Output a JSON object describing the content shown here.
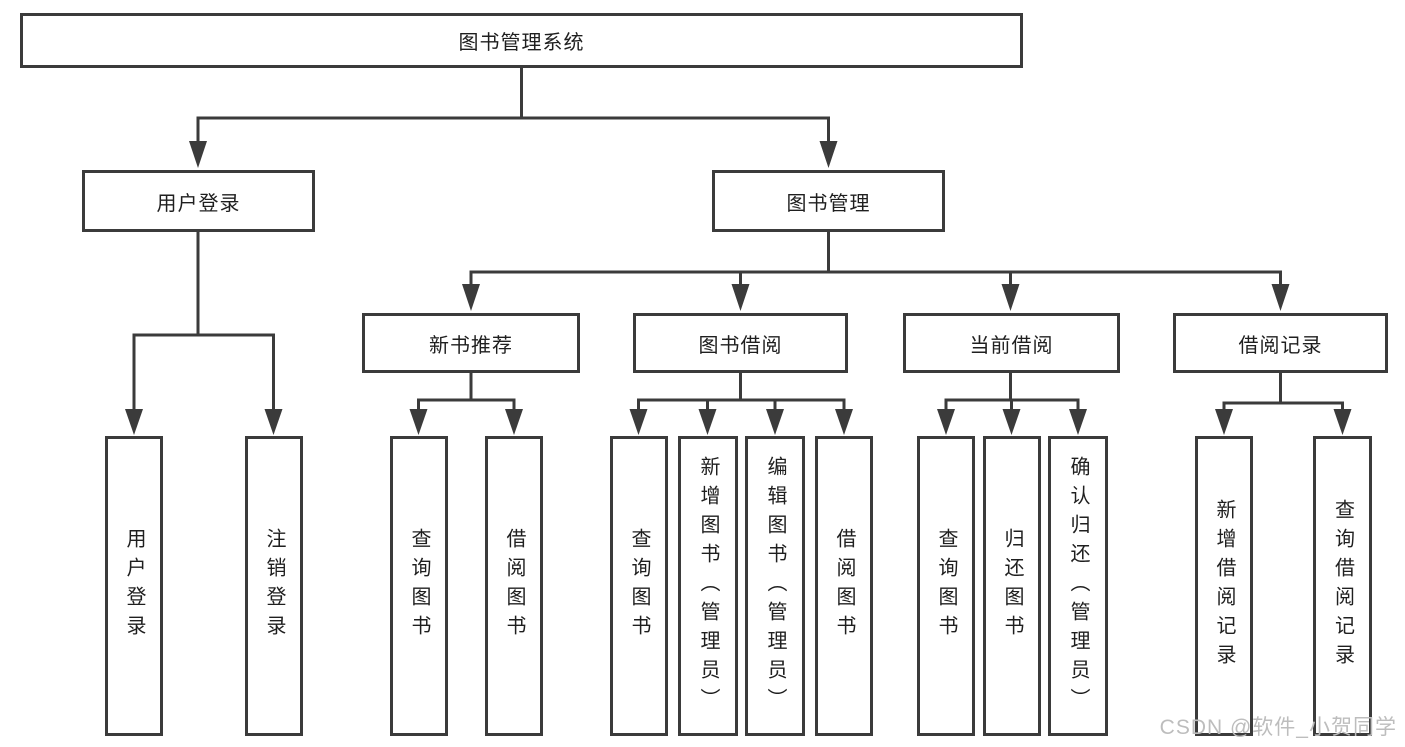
{
  "colors": {
    "line": "#3b3b3b",
    "box_border": "#3b3b3b",
    "text": "#1f1f1f",
    "watermark": "#bdbdbd",
    "background": "#ffffff"
  },
  "diagram": {
    "root": {
      "label": "图书管理系统"
    },
    "branches": [
      {
        "label": "用户登录",
        "children": [
          {
            "label": "用户登录"
          },
          {
            "label": "注销登录"
          }
        ]
      },
      {
        "label": "图书管理",
        "children": [
          {
            "label": "新书推荐",
            "children": [
              {
                "label": "查询图书"
              },
              {
                "label": "借阅图书"
              }
            ]
          },
          {
            "label": "图书借阅",
            "children": [
              {
                "label": "查询图书"
              },
              {
                "label": "新增图书（管理员）"
              },
              {
                "label": "编辑图书（管理员）"
              },
              {
                "label": "借阅图书"
              }
            ]
          },
          {
            "label": "当前借阅",
            "children": [
              {
                "label": "查询图书"
              },
              {
                "label": "归还图书"
              },
              {
                "label": "确认归还（管理员）"
              }
            ]
          },
          {
            "label": "借阅记录",
            "children": [
              {
                "label": "新增借阅记录"
              },
              {
                "label": "查询借阅记录"
              }
            ]
          }
        ]
      }
    ]
  },
  "watermark": {
    "text": "CSDN @软件_小贺同学"
  }
}
